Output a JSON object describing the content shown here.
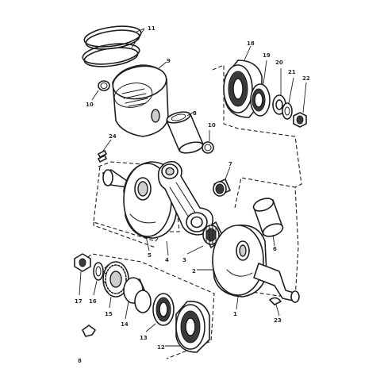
{
  "callouts": [
    {
      "id": "c11",
      "text": "11"
    },
    {
      "id": "c9",
      "text": "9"
    },
    {
      "id": "c10a",
      "text": "10"
    },
    {
      "id": "c8",
      "text": "8"
    },
    {
      "id": "c10b",
      "text": "10"
    },
    {
      "id": "c18",
      "text": "18"
    },
    {
      "id": "c19",
      "text": "19"
    },
    {
      "id": "c20",
      "text": "20"
    },
    {
      "id": "c21",
      "text": "21"
    },
    {
      "id": "c22",
      "text": "22"
    },
    {
      "id": "c24",
      "text": "24"
    },
    {
      "id": "c7",
      "text": "7"
    },
    {
      "id": "c6",
      "text": "6"
    },
    {
      "id": "c5",
      "text": "5"
    },
    {
      "id": "c4",
      "text": "4"
    },
    {
      "id": "c3",
      "text": "3"
    },
    {
      "id": "c2",
      "text": "2"
    },
    {
      "id": "c17",
      "text": "17"
    },
    {
      "id": "c16",
      "text": "16"
    },
    {
      "id": "c15",
      "text": "15"
    },
    {
      "id": "c14",
      "text": "14"
    },
    {
      "id": "c13",
      "text": "13"
    },
    {
      "id": "c12",
      "text": "12"
    },
    {
      "id": "c1",
      "text": "1"
    },
    {
      "id": "c23",
      "text": "23"
    }
  ],
  "page_marker": "8"
}
